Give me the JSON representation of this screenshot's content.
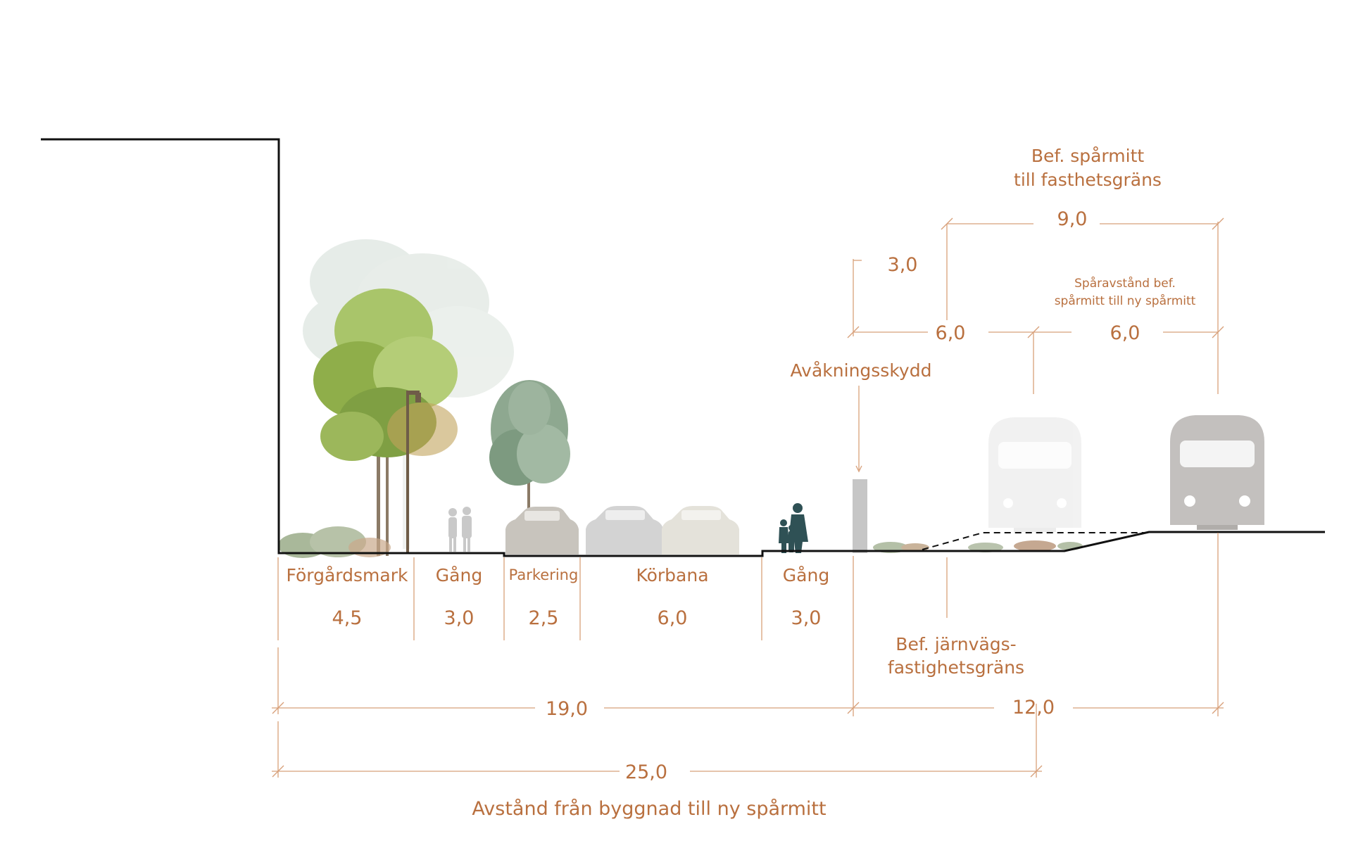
{
  "colors": {
    "annotation": "#b9703f",
    "dimension_line": "#d8a07a",
    "ground": "#111111",
    "tree_green": "#8fae4a",
    "tree_faded": "#d7e0d8",
    "car_grey": "#cfcfcf",
    "train_grey": "#c3c0be",
    "figure_teal": "#2f5155"
  },
  "segments": [
    {
      "label": "Förgårdsmark",
      "value": "4,5"
    },
    {
      "label": "Gång",
      "value": "3,0"
    },
    {
      "label": "Parkering",
      "value": "2,5"
    },
    {
      "label": "Körbana",
      "value": "6,0"
    },
    {
      "label": "Gång",
      "value": "3,0"
    }
  ],
  "dimensions": {
    "street_total": "19,0",
    "rail_total": "12,0",
    "overall": "25,0",
    "overall_caption": "Avstånd från byggnad till ny spårmitt",
    "protection_offset": "3,0",
    "to_existing_track": "6,0",
    "track_spacing": "6,0",
    "track_to_boundary": "9,0"
  },
  "labels": {
    "protection": "Avåkningsskydd",
    "rail_property_line1": "Bef. järnvägs-",
    "rail_property_line2": "fastighetsgräns",
    "track_to_boundary_line1": "Bef. spårmitt",
    "track_to_boundary_line2": "till fasthetsgräns",
    "track_spacing_line1": "Spåravstånd bef.",
    "track_spacing_line2": "spårmitt till ny spårmitt"
  },
  "icons": [
    "street-tree-icon",
    "faded-tree-icon",
    "street-lamp-icon",
    "pedestrian-icon",
    "car-icon",
    "train-icon",
    "family-icon"
  ]
}
